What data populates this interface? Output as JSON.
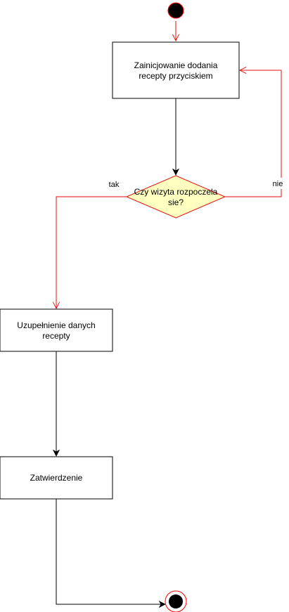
{
  "diagram": {
    "type": "activity-diagram",
    "nodes": {
      "start": {
        "kind": "initial"
      },
      "init_action": {
        "kind": "action",
        "lines": [
          "Zainicjowanie dodania",
          "recepty przyciskiem"
        ]
      },
      "decision": {
        "kind": "decision",
        "lines": [
          "Czy wizyta rozpoczela",
          "sie?"
        ]
      },
      "fill_action": {
        "kind": "action",
        "lines": [
          "Uzupełnienie danych",
          "recepty"
        ]
      },
      "confirm_action": {
        "kind": "action",
        "lines": [
          "Zatwierdzenie"
        ]
      },
      "end": {
        "kind": "final"
      }
    },
    "edges": [
      {
        "from": "start",
        "to": "init_action",
        "color": "#e01010",
        "label": ""
      },
      {
        "from": "init_action",
        "to": "decision",
        "color": "#000000",
        "label": ""
      },
      {
        "from": "decision",
        "to": "fill_action",
        "color": "#e01010",
        "label": "tak"
      },
      {
        "from": "decision",
        "to": "init_action",
        "color": "#e01010",
        "label": "nie"
      },
      {
        "from": "fill_action",
        "to": "confirm_action",
        "color": "#000000",
        "label": ""
      },
      {
        "from": "confirm_action",
        "to": "end",
        "color": "#000000",
        "label": ""
      }
    ],
    "colors": {
      "initial_fill": "#000000",
      "initial_stroke": "#ff0000",
      "decision_fill": "#ffffc0",
      "decision_stroke": "#e01010",
      "action_fill": "#ffffff",
      "action_stroke": "#000000"
    }
  }
}
